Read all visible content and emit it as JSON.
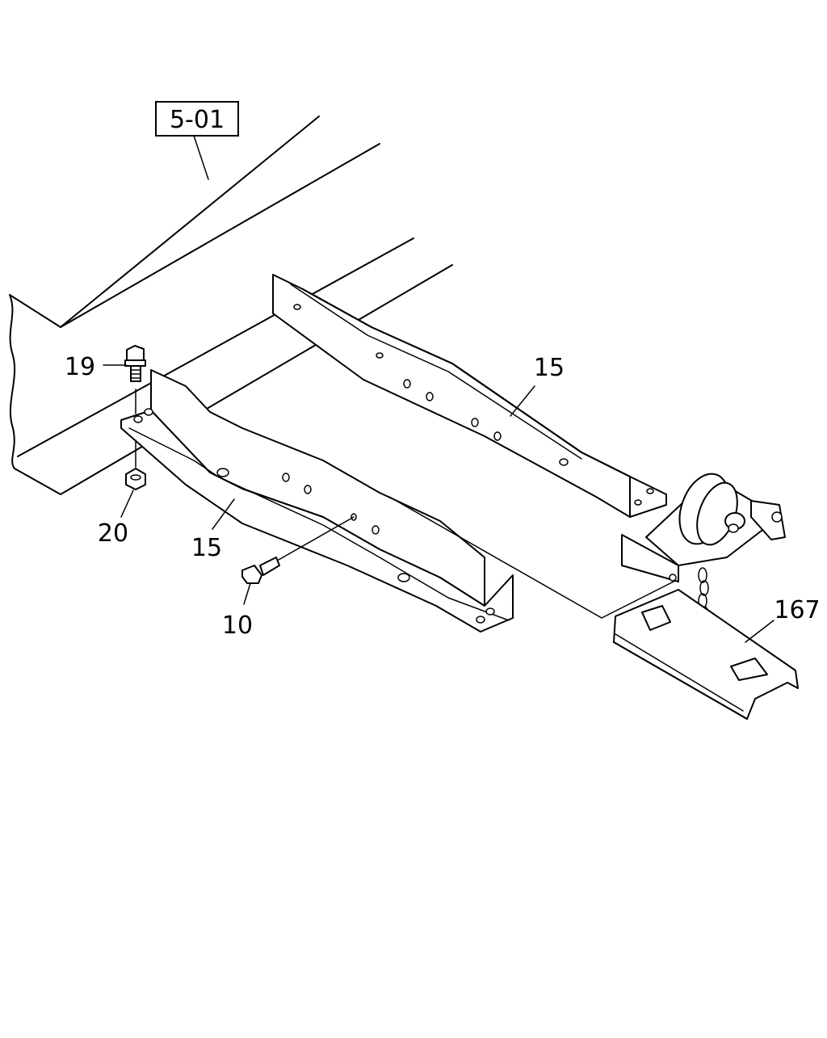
{
  "labels": {
    "ref": "5-01",
    "p19": "19",
    "p20": "20",
    "p15a": "15",
    "p15b": "15",
    "p10": "10",
    "p167": "167"
  }
}
